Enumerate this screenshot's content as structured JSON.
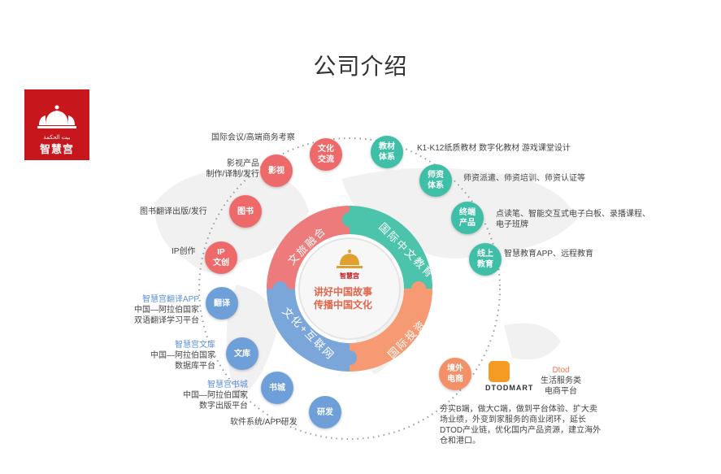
{
  "page_title": "公司介绍",
  "logo": {
    "arabic": "بيت الحكمة",
    "name": "智慧宫"
  },
  "center": {
    "line1": "讲好中国故事",
    "line2": "传播中国文化",
    "brand": "智慧宫"
  },
  "segments": {
    "culture_tourism": "文旅融合",
    "intl_chinese_edu": "国际中文教育",
    "intl_investment": "国际投资",
    "culture_internet": "文化+互联网"
  },
  "nodes": {
    "wenhua": "文化\n交流",
    "jiaocai": "教材\n体系",
    "yingshi": "影视",
    "shizi": "师资\n体系",
    "tushu": "图书",
    "zhongduan": "终端\n产品",
    "ip": "IP\n文创",
    "xianshang": "线上\n教育",
    "fanyi": "翻译",
    "wenku": "文库",
    "shucheng": "书城",
    "yanfa": "研发",
    "jingwai": "境外\n电商"
  },
  "labels": {
    "wenhua": "国际会议/高端商务考察",
    "jiaocai": "K1-K12纸质教材 数字化教材  游戏课堂设计",
    "yingshi_1": "影视产品",
    "yingshi_2": "制作/译制/发行",
    "shizi": "师资派遣、师资培训、师资认证等",
    "tushu": "图书翻译出版/发行",
    "zhongduan_1": "点读笔、智能交互式电子白板、录播课程、",
    "zhongduan_2": "电子班牌",
    "ip": "IP创作",
    "xianshang": "智慧教育APP、远程教育",
    "fanyi_1": "智慧宫翻译APP",
    "fanyi_2": "中国—阿拉伯国家",
    "fanyi_3": "双语翻译学习平台",
    "wenku_1": "智慧宫文库",
    "wenku_2": "中国—阿拉伯国家",
    "wenku_3": "数据库平台",
    "shucheng_1": "智慧宫书城",
    "shucheng_2": "中国—阿拉伯国家",
    "shucheng_3": "数字出版平台",
    "yanfa": "软件系统/APP研发",
    "dtod_1": "Dtod",
    "dtod_2": "生活服务类",
    "dtod_3": "电商平台",
    "dtod_logo": "DTODMART",
    "jingwai_desc": "夯实B端，做大C端，做到平台体验、扩大卖场业绩，外变到家服务的商业闭环，延长DTOD产业链，优化国内产品资源，建立海外仓和港口。"
  },
  "colors": {
    "red": "#ee6a6a",
    "teal": "#3fbfa7",
    "blue": "#6e9fd8",
    "orange": "#f39067",
    "logo_bg": "#c8161d"
  }
}
